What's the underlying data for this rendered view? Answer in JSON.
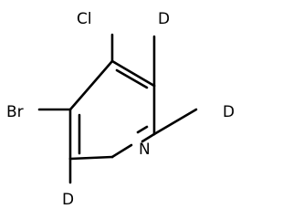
{
  "molecule": {
    "atoms": [
      {
        "id": "Cl",
        "label": "Cl"
      },
      {
        "id": "Br",
        "label": "Br"
      },
      {
        "id": "N",
        "label": "N"
      },
      {
        "id": "D_top",
        "label": "D"
      },
      {
        "id": "D_right",
        "label": "D"
      },
      {
        "id": "D_bottom",
        "label": "D"
      }
    ]
  },
  "colors": {
    "bond": "#000000",
    "text": "#000000",
    "background": "#ffffff"
  }
}
